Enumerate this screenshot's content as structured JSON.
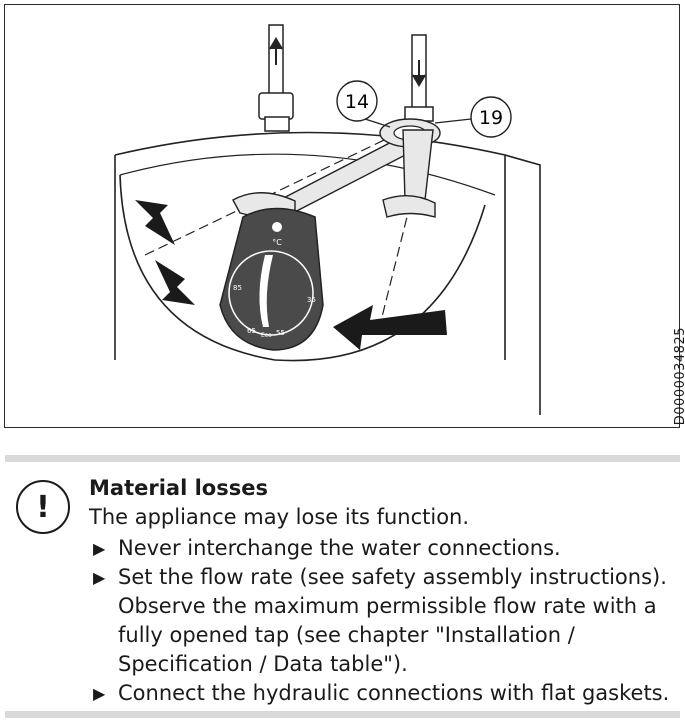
{
  "figure": {
    "callouts": [
      "14",
      "19"
    ],
    "doc_id": "D0000034825",
    "dial_labels": {
      "unit": "°C",
      "t85": "85",
      "t35": "35",
      "t65": "65",
      "eco": "Eco",
      "t55": "55"
    },
    "arrows": [
      "up-arrow-icon",
      "down-arrow-icon",
      "rotate-arrow-icon"
    ]
  },
  "notice": {
    "icon": "exclamation-icon",
    "title": "Material losses",
    "lead": "The appliance may lose its function.",
    "bullets": [
      "Never interchange the water connections.",
      "Set the flow rate (see safety assembly instructions). Observe the maximum permissible flow rate with a fully opened tap (see chapter \"Installation / Specification / Data table\").",
      "Connect the hydraulic connections with flat gaskets."
    ],
    "bullet_marker": "▶"
  }
}
